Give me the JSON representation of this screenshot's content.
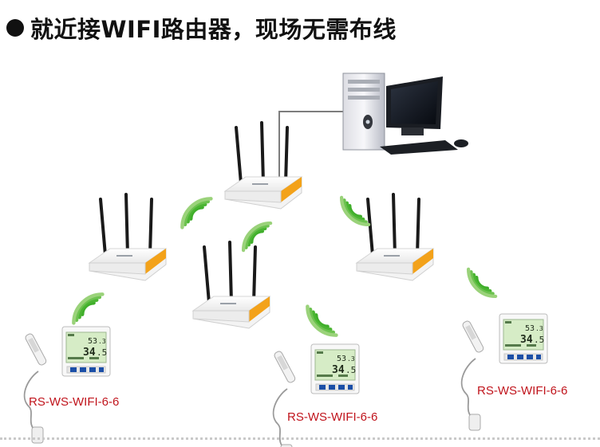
{
  "title": "就近接WIFI路由器，现场无需布线",
  "device_labels": [
    "RS-WS-WIFI-6-6",
    "RS-WS-WIFI-6-6",
    "RS-WS-WIFI-6-6"
  ],
  "lcd": {
    "humidity": "53",
    "humidity_dec": ".3",
    "temperature": "34",
    "temperature_dec": ".5"
  },
  "colors": {
    "signal": "#3fae2a",
    "signal_light": "#9ad27a",
    "router_accent": "#f3a21a",
    "label": "#c0141c"
  }
}
